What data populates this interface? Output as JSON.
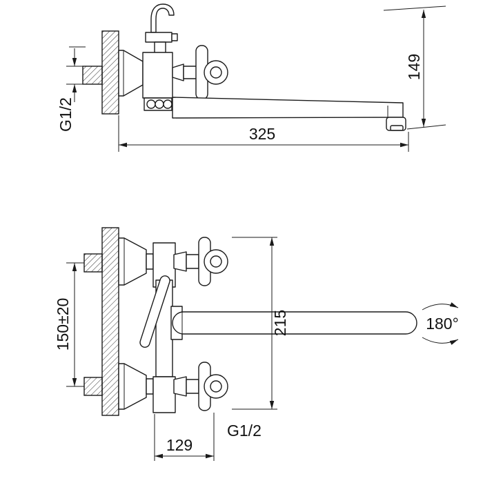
{
  "title": "Wall-mounted bath mixer technical drawing",
  "colors": {
    "line": "#1a1a1a",
    "background": "#ffffff"
  },
  "top_view": {
    "thread_label": "G1/2",
    "length_label": "325",
    "height_label": "149"
  },
  "front_view": {
    "height_label": "215",
    "spacing_label": "150±20",
    "swivel_label": "180°",
    "thread_label": "G1/2",
    "width_label": "129"
  }
}
